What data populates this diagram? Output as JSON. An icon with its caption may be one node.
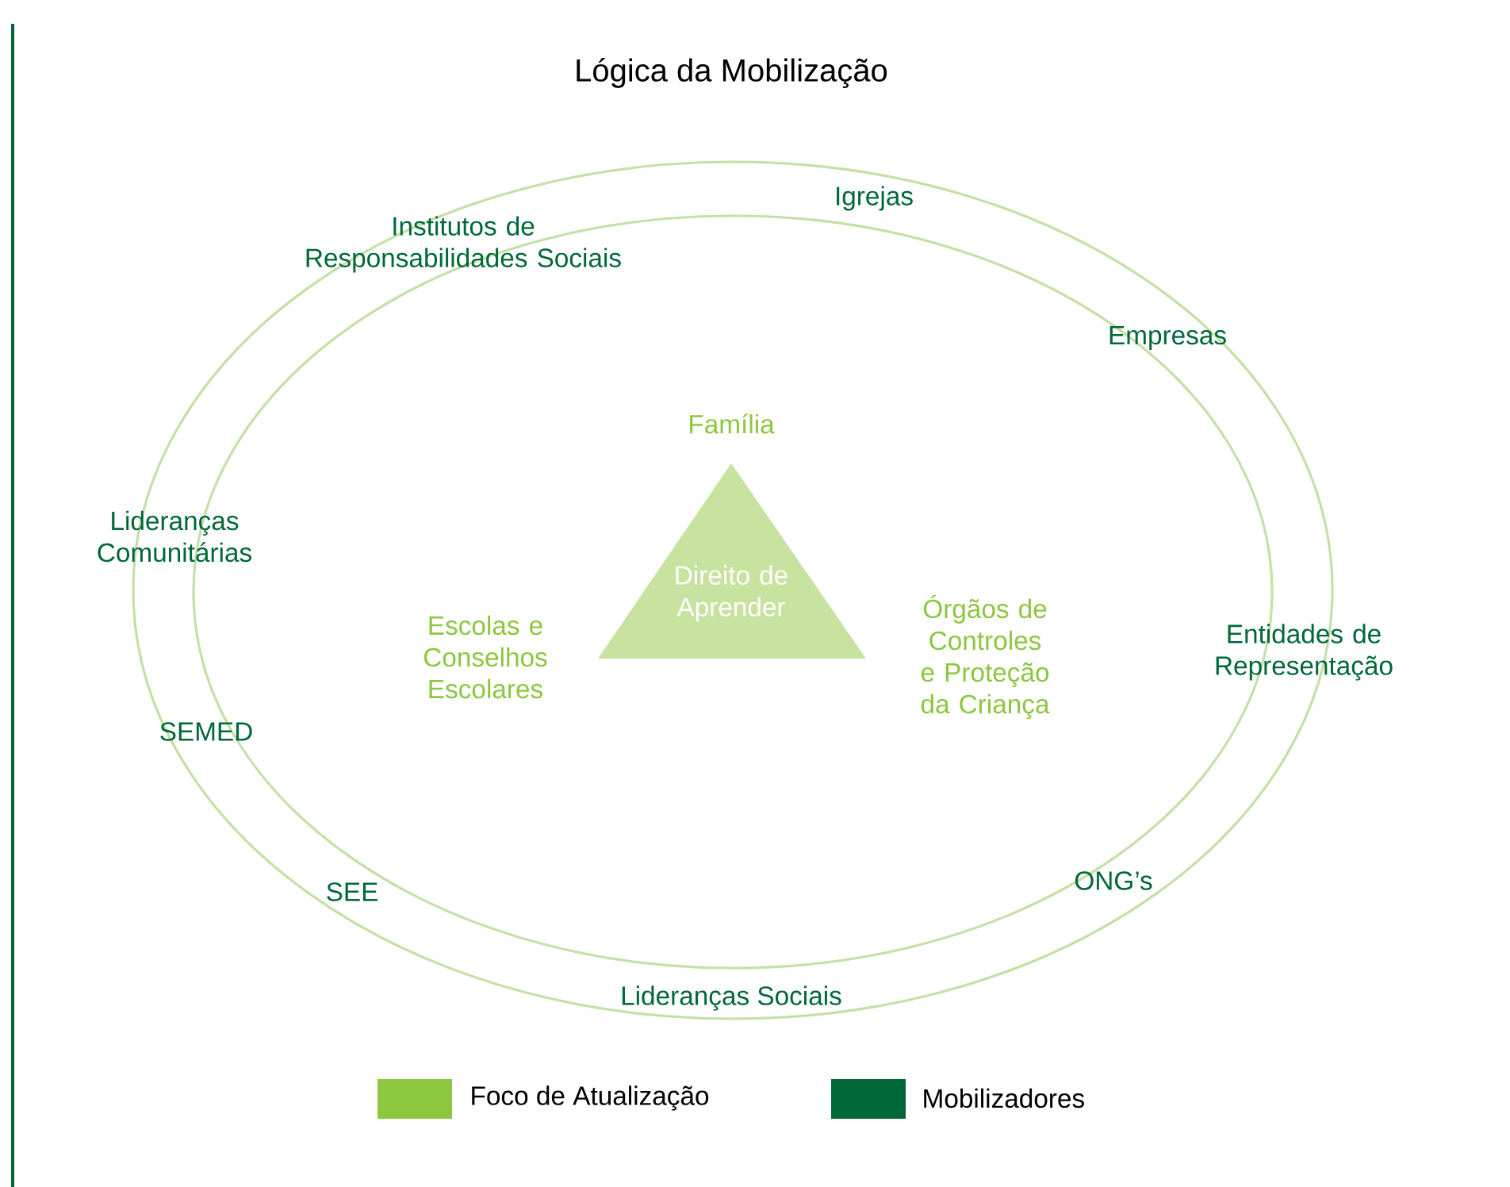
{
  "diagram": {
    "title": "Lógica da Mobilização",
    "nodes": [
      {
        "text": [
          "Direito de Aprender"
        ]
      }
    ],
    "edges": [],
    "labels": [
      "Institutos de Responsabilidades Sociais",
      "Igrejas",
      "Empresas",
      "Família",
      "Lideranças Comunitárias",
      "Escolas e Conselhos Escolares",
      "Órgãos de Controles e Proteção da Criança",
      "Entidades de Representação",
      "SEMED",
      "SEE",
      "ONG’s",
      "Lideranças Sociais"
    ],
    "legend": [
      {
        "text": "Foco de Atualização",
        "color": "#8dc63f"
      },
      {
        "text": "Mobilizadores",
        "color": "#006838"
      }
    ]
  }
}
